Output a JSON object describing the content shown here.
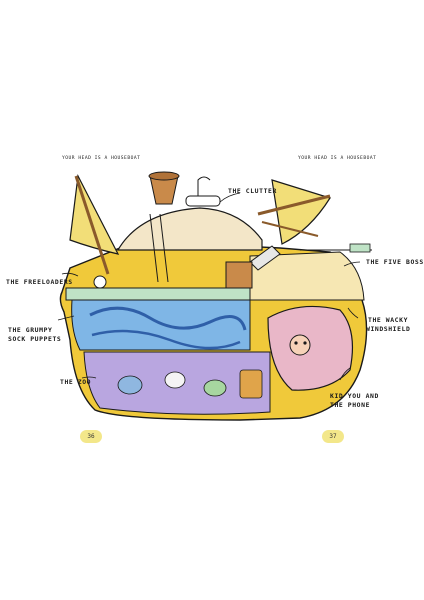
{
  "page": {
    "left_header": "YOUR HEAD IS A HOUSEBOAT",
    "right_header": "YOUR HEAD IS A HOUSEBOAT",
    "left_page_number": "36",
    "right_page_number": "37"
  },
  "callouts": {
    "clutter": "THE CLUTTER",
    "five_bosses": "THE FIVE BOSSES",
    "freeloaders": "THE FREELOADERS",
    "grumpy_1": "THE GRUMPY",
    "grumpy_2": "SOCK PUPPETS",
    "wacky_1": "THE WACKY",
    "wacky_2": "WINDSHIELD",
    "zoo": "THE ZOO",
    "kid_1": "KID YOU AND",
    "kid_2": "THE PHONE"
  },
  "colors": {
    "sail": "#f2de78",
    "hull_yellow": "#f0c93a",
    "deck_green": "#bfe3c6",
    "water_blue": "#7fb6e6",
    "zoo_purple": "#b9a6e0",
    "wood": "#c98a4a",
    "ink": "#1a1a1a"
  }
}
